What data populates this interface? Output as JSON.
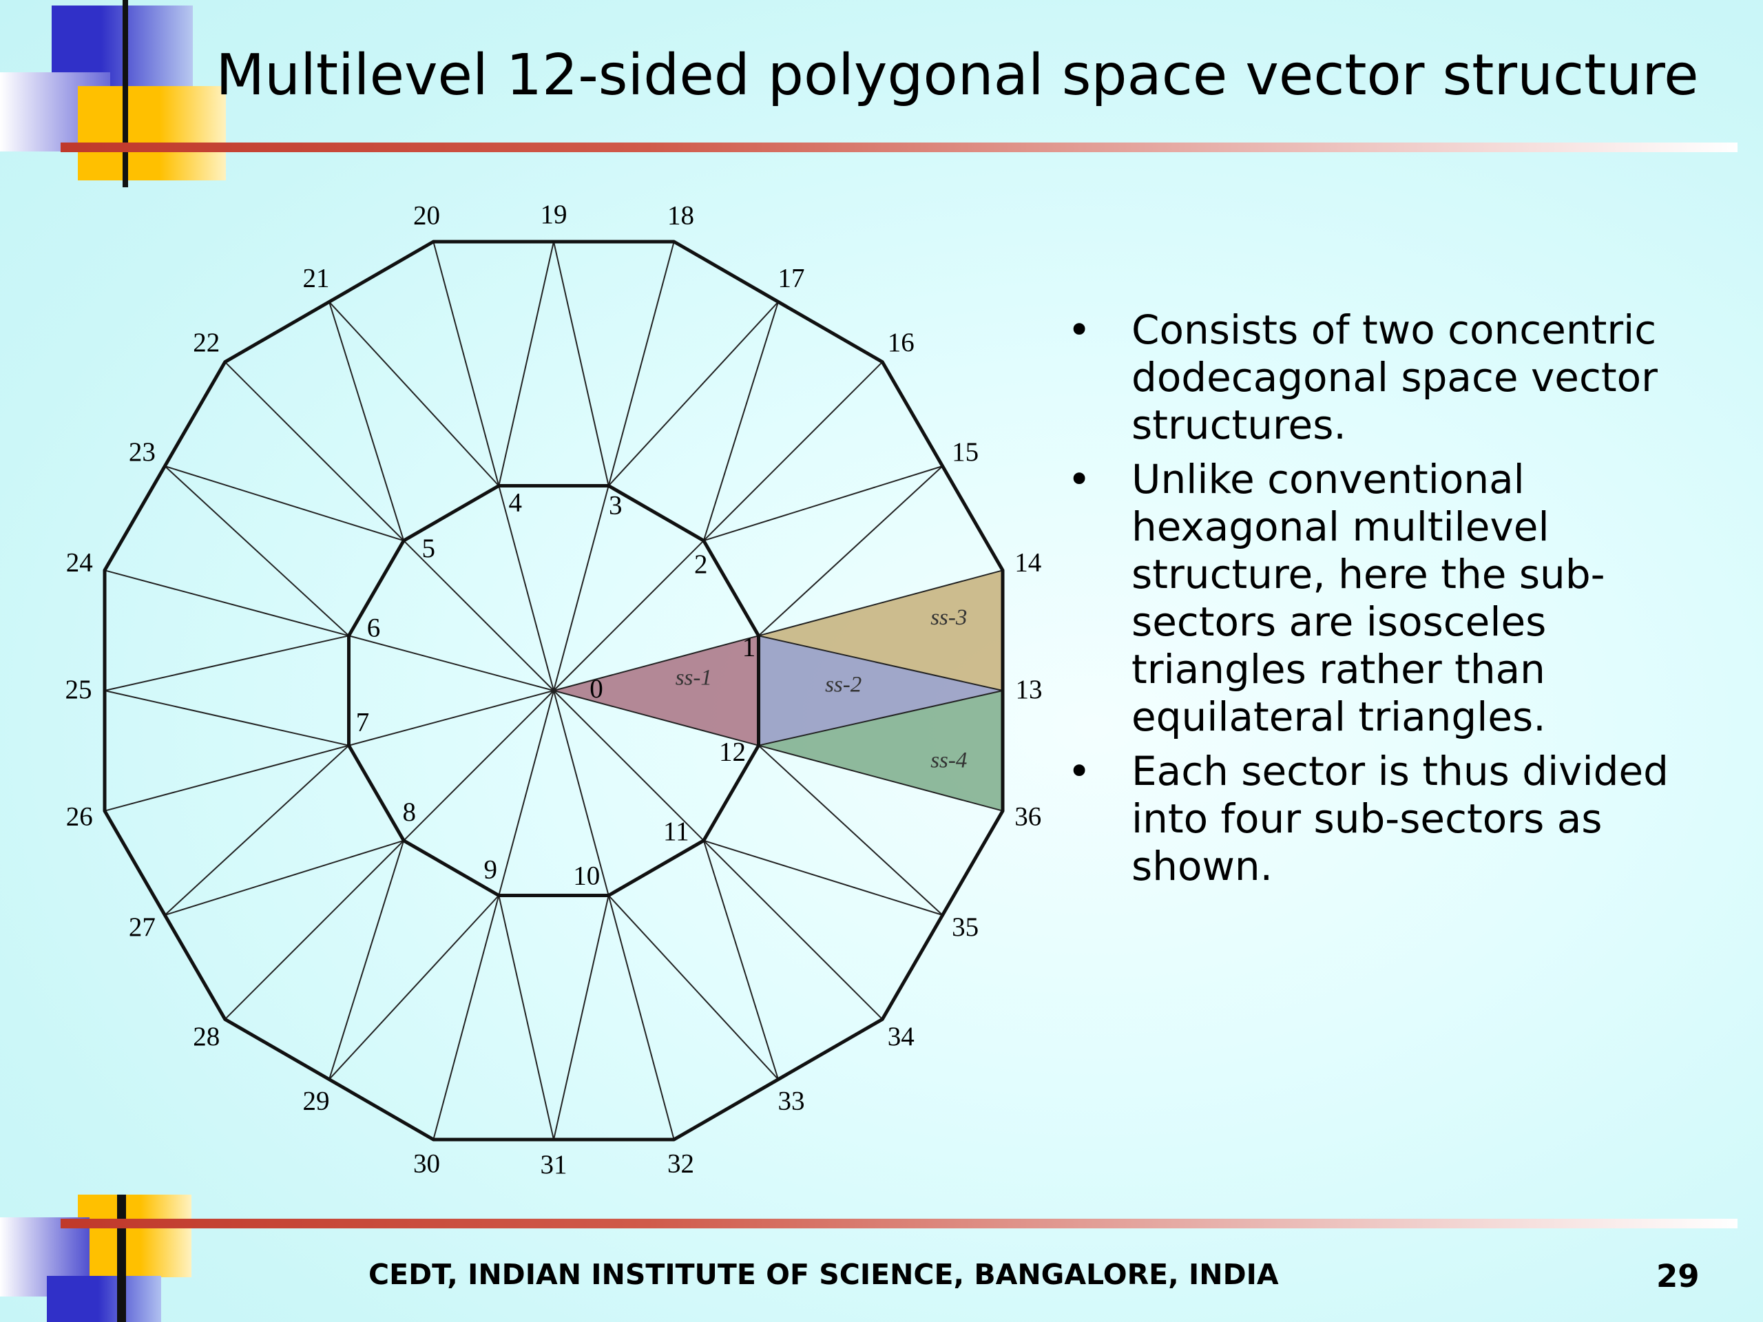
{
  "title": "Multilevel 12-sided polygonal space vector structure",
  "bullets": [
    "Consists of two concentric dodecagonal space vector structures.",
    "Unlike conventional hexagonal multilevel structure, here the sub-sectors are isosceles triangles rather than equilateral triangles.",
    "Each sector is thus divided into four sub-sectors as shown."
  ],
  "footer": {
    "institution": "CEDT, INDIAN INSTITUTE OF SCIENCE, BANGALORE, INDIA",
    "slide_number": "29"
  },
  "diagram": {
    "center_label": "0",
    "inner_labels": [
      "1",
      "2",
      "3",
      "4",
      "5",
      "6",
      "7",
      "8",
      "9",
      "10",
      "11",
      "12"
    ],
    "outer_vertex_labels": [
      "14",
      "16",
      "18",
      "20",
      "22",
      "24",
      "26",
      "28",
      "30",
      "32",
      "34",
      "36"
    ],
    "outer_mid_labels": [
      "13",
      "15",
      "17",
      "19",
      "21",
      "23",
      "25",
      "27",
      "29",
      "31",
      "33",
      "35"
    ],
    "subsectors": [
      {
        "label": "ss-1",
        "color": "#a05a6e"
      },
      {
        "label": "ss-2",
        "color": "#8285b4"
      },
      {
        "label": "ss-3",
        "color": "#bfa263"
      },
      {
        "label": "ss-4",
        "color": "#6a9e76"
      }
    ]
  }
}
